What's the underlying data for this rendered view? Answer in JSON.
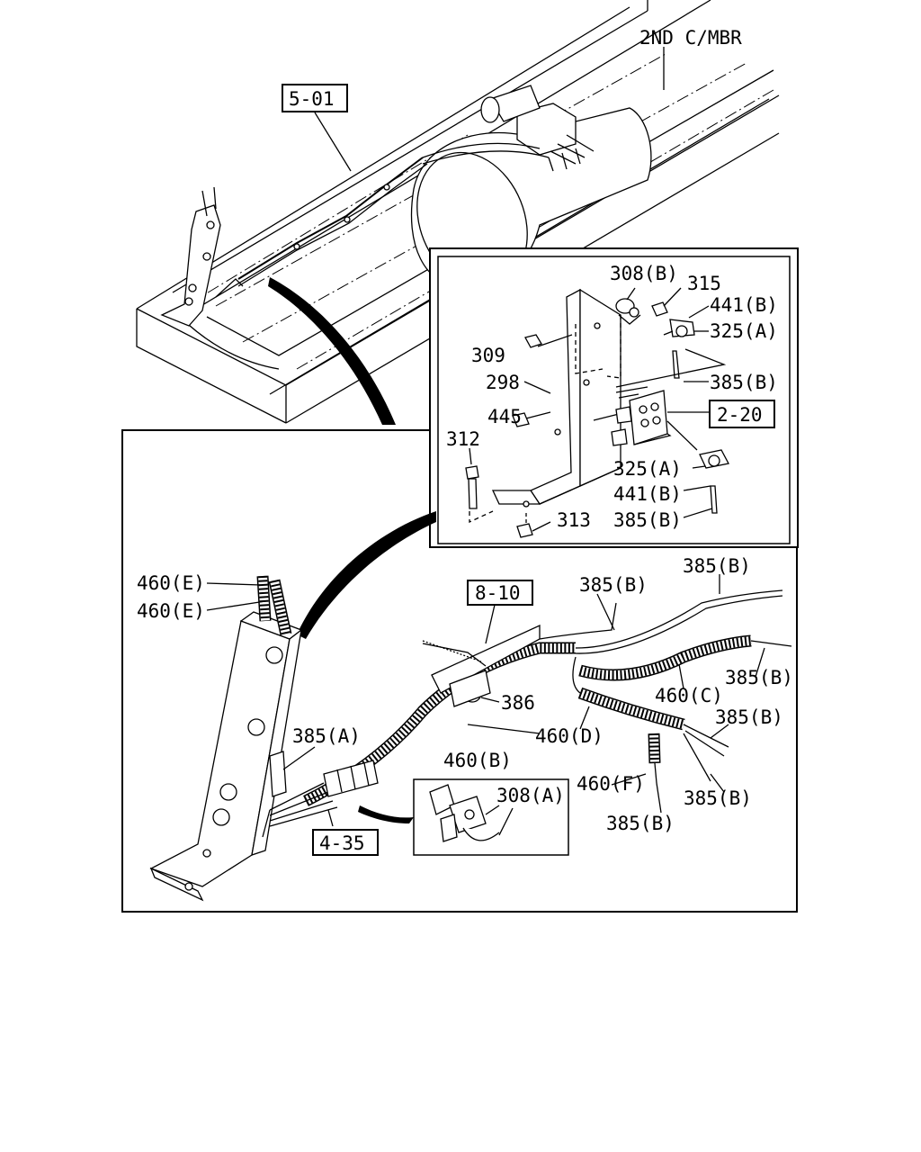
{
  "labels": {
    "top_frame_note": "2ND C/MBR",
    "ref_5_01": "5-01",
    "ref_2_20": "2-20",
    "ref_8_10": "8-10",
    "ref_4_35": "4-35",
    "p308b_top": "308(B)",
    "p315": "315",
    "p441b_top": "441(B)",
    "p325a_top": "325(A)",
    "p309": "309",
    "p298": "298",
    "p385b_top": "385(B)",
    "p445": "445",
    "p312": "312",
    "p325a_mid": "325(A)",
    "p441b_mid": "441(B)",
    "p313": "313",
    "p385b_mid": "385(B)",
    "p460e_1": "460(E)",
    "p460e_2": "460(E)",
    "p385b_a": "385(B)",
    "p385b_b": "385(B)",
    "p386": "386",
    "p460c": "460(C)",
    "p385b_c": "385(B)",
    "p385a": "385(A)",
    "p460d": "460(D)",
    "p385b_d": "385(B)",
    "p460b": "460(B)",
    "p460f": "460(F)",
    "p385b_e": "385(B)",
    "p308a": "308(A)",
    "p385b_f": "385(B)"
  }
}
